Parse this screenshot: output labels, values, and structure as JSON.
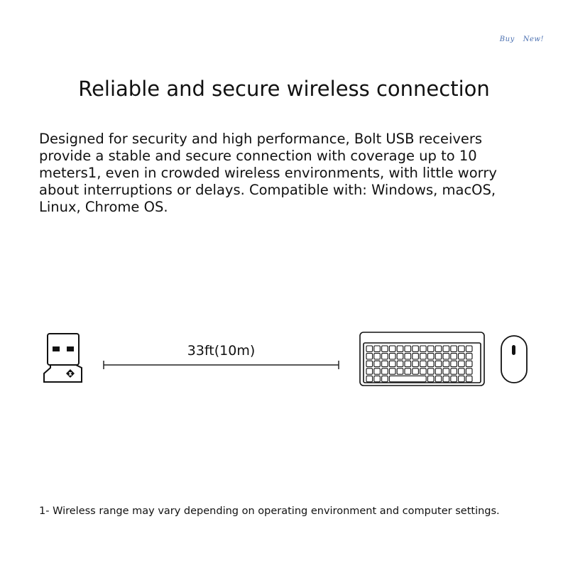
{
  "watermark": {
    "word1": "Buy",
    "word2": "New!"
  },
  "title": "Reliable and secure wireless connection",
  "description": "Designed for security and high performance, Bolt USB receivers provide a stable and secure connection with coverage up to 10 meters1, even in crowded wireless environments, with little worry about interruptions or delays. Compatible with: Windows, macOS, Linux, Chrome OS.",
  "diagram": {
    "range_label": "33ft(10m)",
    "receiver_icon": "usb-receiver-icon",
    "keyboard_icon": "keyboard-icon",
    "mouse_icon": "mouse-icon"
  },
  "footnote": "1- Wireless range may vary depending on operating environment and computer settings."
}
